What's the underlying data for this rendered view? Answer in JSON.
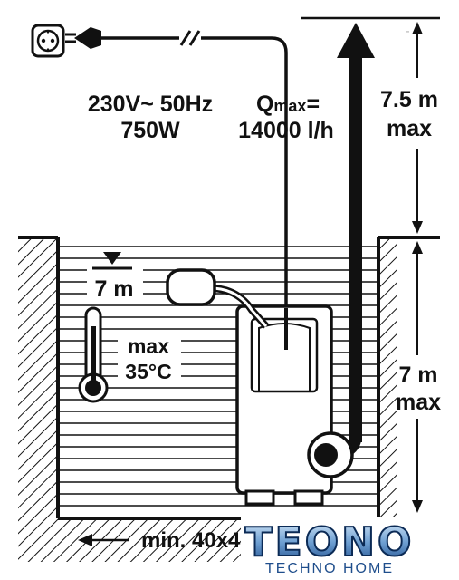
{
  "electrical": {
    "voltage": "230V~ 50Hz",
    "power": "750W"
  },
  "flow": {
    "q_letter": "Q",
    "q_sub": "max",
    "q_eq": "=",
    "value": "14000 l/h"
  },
  "head": {
    "value": "7.5 m",
    "label": "max"
  },
  "depth": {
    "value": "7 m",
    "label": "max"
  },
  "min_level": {
    "value": "7 m"
  },
  "temperature": {
    "label": "max",
    "value": "35°C"
  },
  "clearance": {
    "text": "min. 40x4"
  },
  "brand": {
    "logo_text": "TEONO",
    "tagline": "TECHNO HOME"
  },
  "colors": {
    "ink": "#111111",
    "logo_blue": "#1f4e8c",
    "logo_light": "#9fc3e8"
  }
}
